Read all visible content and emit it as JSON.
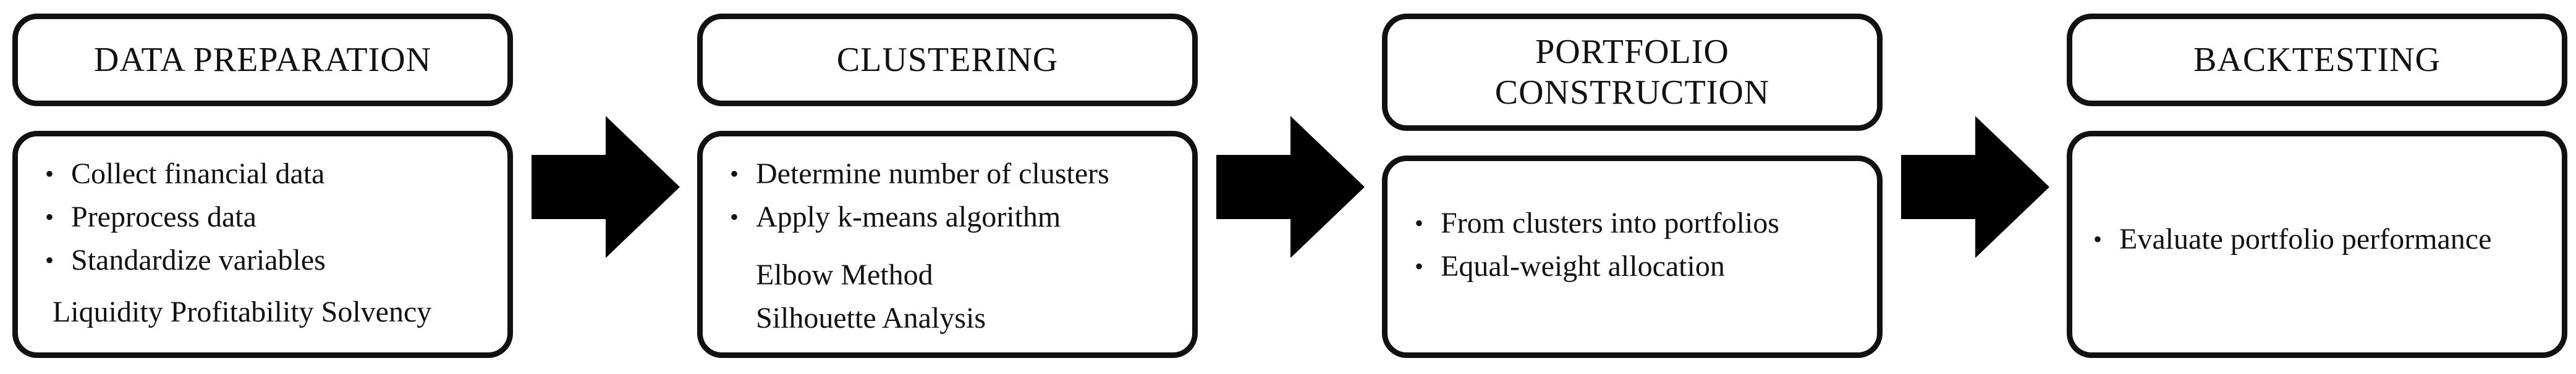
{
  "stages": [
    {
      "title": "DATA PREPARATION",
      "bullets": [
        "Collect financial data",
        "Preprocess data",
        "Standardize variables"
      ],
      "sub": [
        "Liquidity Profitability Solvency"
      ]
    },
    {
      "title": "CLUSTERING",
      "bullets": [
        "Determine number of clusters",
        "Apply k-means algorithm"
      ],
      "sub": [
        "Elbow Method",
        "Silhouette Analysis"
      ]
    },
    {
      "title": "PORTFOLIO\nCONSTRUCTION",
      "bullets": [
        "From clusters into portfolios",
        "Equal-weight allocation"
      ],
      "sub": []
    },
    {
      "title": "BACKTESTING",
      "bullets": [
        "Evaluate portfolio performance"
      ],
      "sub": []
    }
  ],
  "bullet_glyph": "•"
}
